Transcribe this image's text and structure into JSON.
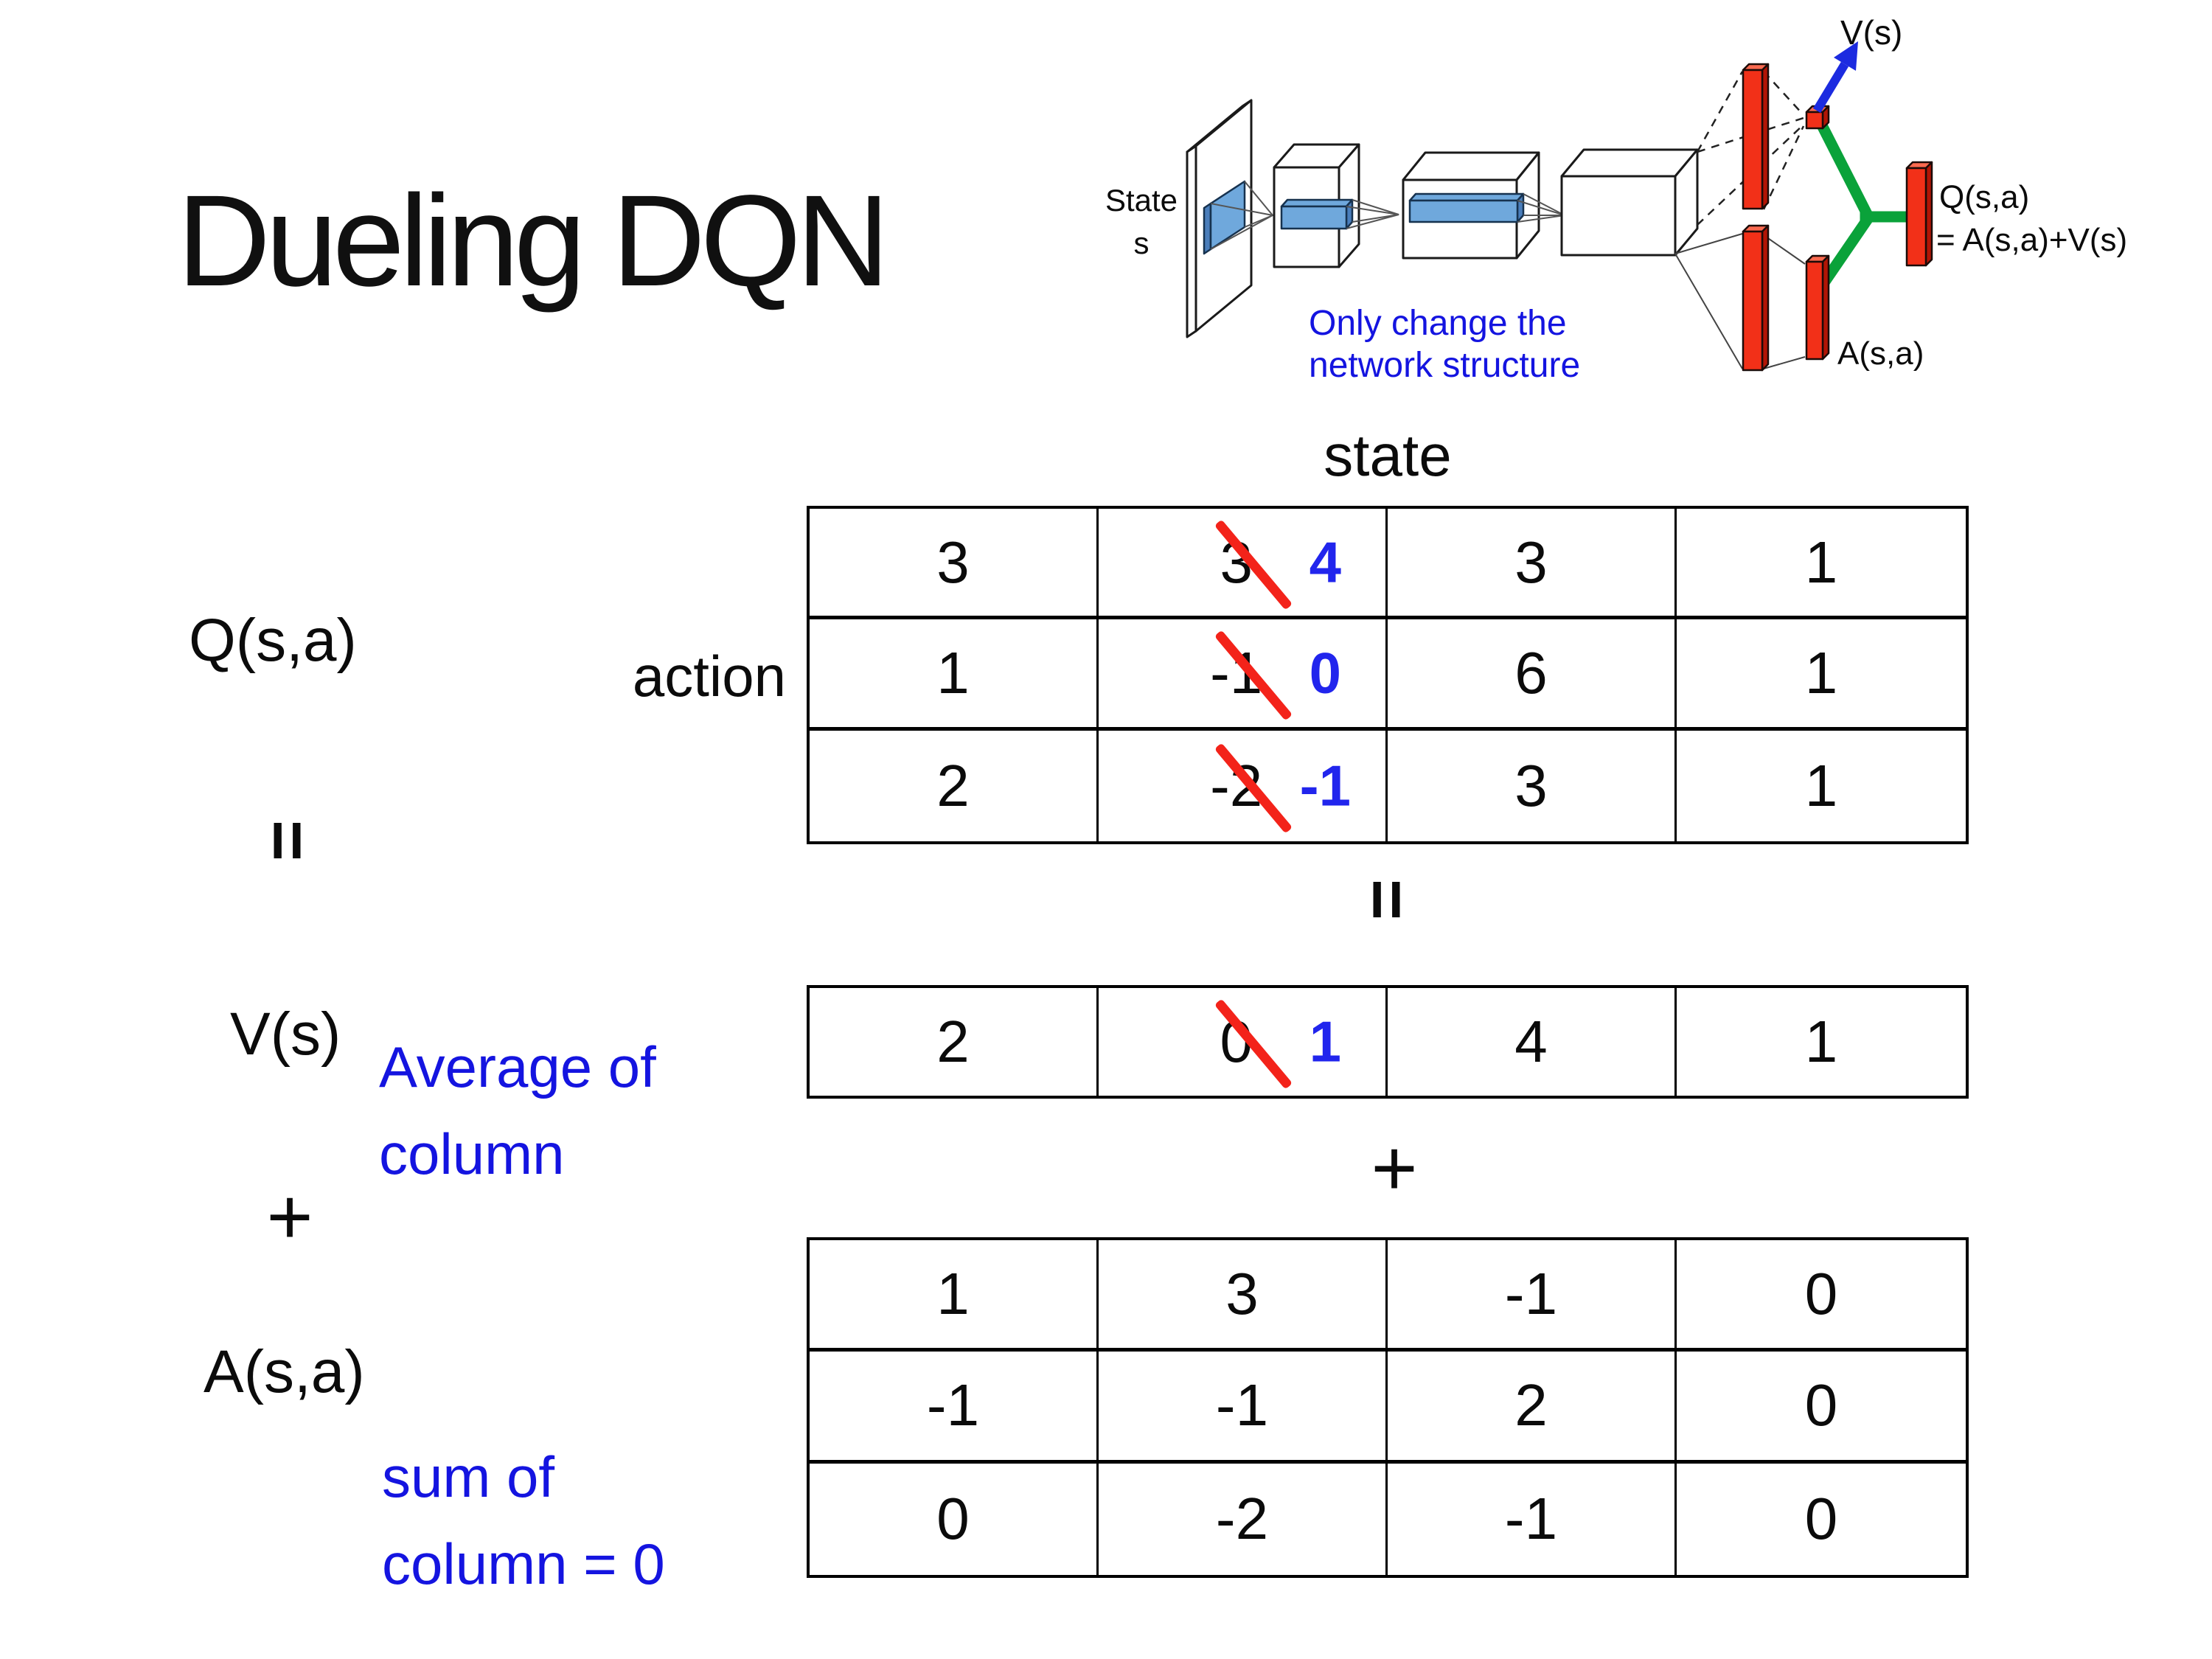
{
  "title": "Dueling DQN",
  "colors": {
    "annotation_blue": "#1414e0",
    "replacement_blue": "#2125ed",
    "strike_red": "#f3231a",
    "bar_red": "#f23018",
    "bar_red_dark": "#b21505",
    "bar_red_top": "#fa6a50",
    "link_green": "#0aa23a",
    "conv_blue": "#6fa8dc",
    "conv_blue_dark": "#4a7ebb",
    "arrow_blue": "#1c2be0"
  },
  "diagram": {
    "state_line1": "State",
    "state_line2": "s",
    "v_out_label": "V(s)",
    "q_out_line1": "Q(s,a)",
    "q_out_line2": "= A(s,a)+V(s)",
    "a_out_label": "A(s,a)",
    "note_line1": "Only change the",
    "note_line2": "network structure"
  },
  "equation": {
    "q_term": "Q(s,a)",
    "equals": "=",
    "v_term": "V(s)",
    "plus": "+",
    "a_term": "A(s,a)",
    "avg_note_line1": "Average of",
    "avg_note_line2": "column",
    "sum_note_line1": "sum of",
    "sum_note_line2": "column = 0"
  },
  "tables": {
    "state_header": "state",
    "action_label": "action",
    "q_matrix": {
      "rows": [
        [
          {
            "value": "3"
          },
          {
            "value": "3",
            "replaced_by": "4"
          },
          {
            "value": "3"
          },
          {
            "value": "1"
          }
        ],
        [
          {
            "value": "1"
          },
          {
            "value": "-1",
            "replaced_by": "0"
          },
          {
            "value": "6"
          },
          {
            "value": "1"
          }
        ],
        [
          {
            "value": "2"
          },
          {
            "value": "-2",
            "replaced_by": "-1"
          },
          {
            "value": "3"
          },
          {
            "value": "1"
          }
        ]
      ]
    },
    "v_row": {
      "rows": [
        [
          {
            "value": "2"
          },
          {
            "value": "0",
            "replaced_by": "1"
          },
          {
            "value": "4"
          },
          {
            "value": "1"
          }
        ]
      ]
    },
    "a_matrix": {
      "rows": [
        [
          {
            "value": "1"
          },
          {
            "value": "3"
          },
          {
            "value": "-1"
          },
          {
            "value": "0"
          }
        ],
        [
          {
            "value": "-1"
          },
          {
            "value": "-1"
          },
          {
            "value": "2"
          },
          {
            "value": "0"
          }
        ],
        [
          {
            "value": "0"
          },
          {
            "value": "-2"
          },
          {
            "value": "-1"
          },
          {
            "value": "0"
          }
        ]
      ]
    }
  }
}
